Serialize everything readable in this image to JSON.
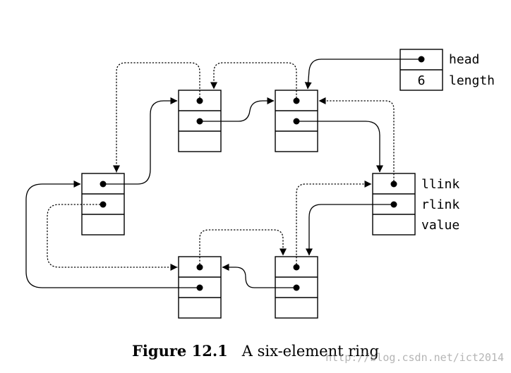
{
  "header_box": {
    "head_label": "head",
    "length_label": "length",
    "length_value": "6"
  },
  "field_labels": {
    "llink": "llink",
    "rlink": "rlink",
    "value": "value"
  },
  "caption": {
    "figure": "Figure 12.1",
    "text": "A six-element ring"
  },
  "watermark": "http://blog.csdn.net/ict2014"
}
